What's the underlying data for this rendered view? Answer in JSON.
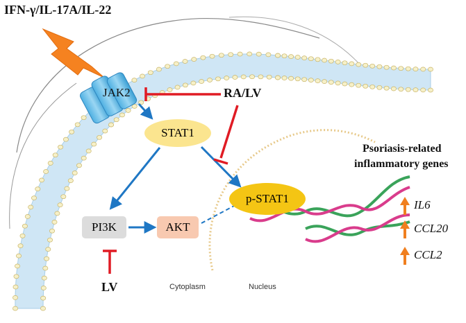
{
  "labels": {
    "cytokines": "IFN-γ/IL-17A/IL-22",
    "jak2": "JAK2",
    "ra_lv": "RA/LV",
    "stat1": "STAT1",
    "p_stat1": "p-STAT1",
    "pi3k": "PI3K",
    "akt": "AKT",
    "lv": "LV",
    "cytoplasm": "Cytoplasm",
    "nucleus": "Nucleus",
    "genes_title_line1": "Psoriasis-related",
    "genes_title_line2": "inflammatory genes"
  },
  "genes": [
    "IL6",
    "CCL20",
    "CCL2"
  ],
  "colors": {
    "activation_arrow": "#1f77c4",
    "inhibition": "#e01b24",
    "upregulation_arrow": "#f07f1f",
    "lightning": "#f58220",
    "stat1_fill": "#fbe58f",
    "p_stat1_fill": "#f4c514",
    "pi3k_fill": "#dcdcdc",
    "akt_fill": "#f8c9b0",
    "membrane_fill": "#cfe6f5",
    "jak2_fill": "#6fc0e8",
    "nucleus_envelope": "#e7c98a"
  },
  "icons": {
    "lightning": "lightning-bolt-icon",
    "receptor": "jak2-receptor-icon",
    "dna": "dna-helix-icon",
    "up_arrow": "up-arrow-icon"
  }
}
